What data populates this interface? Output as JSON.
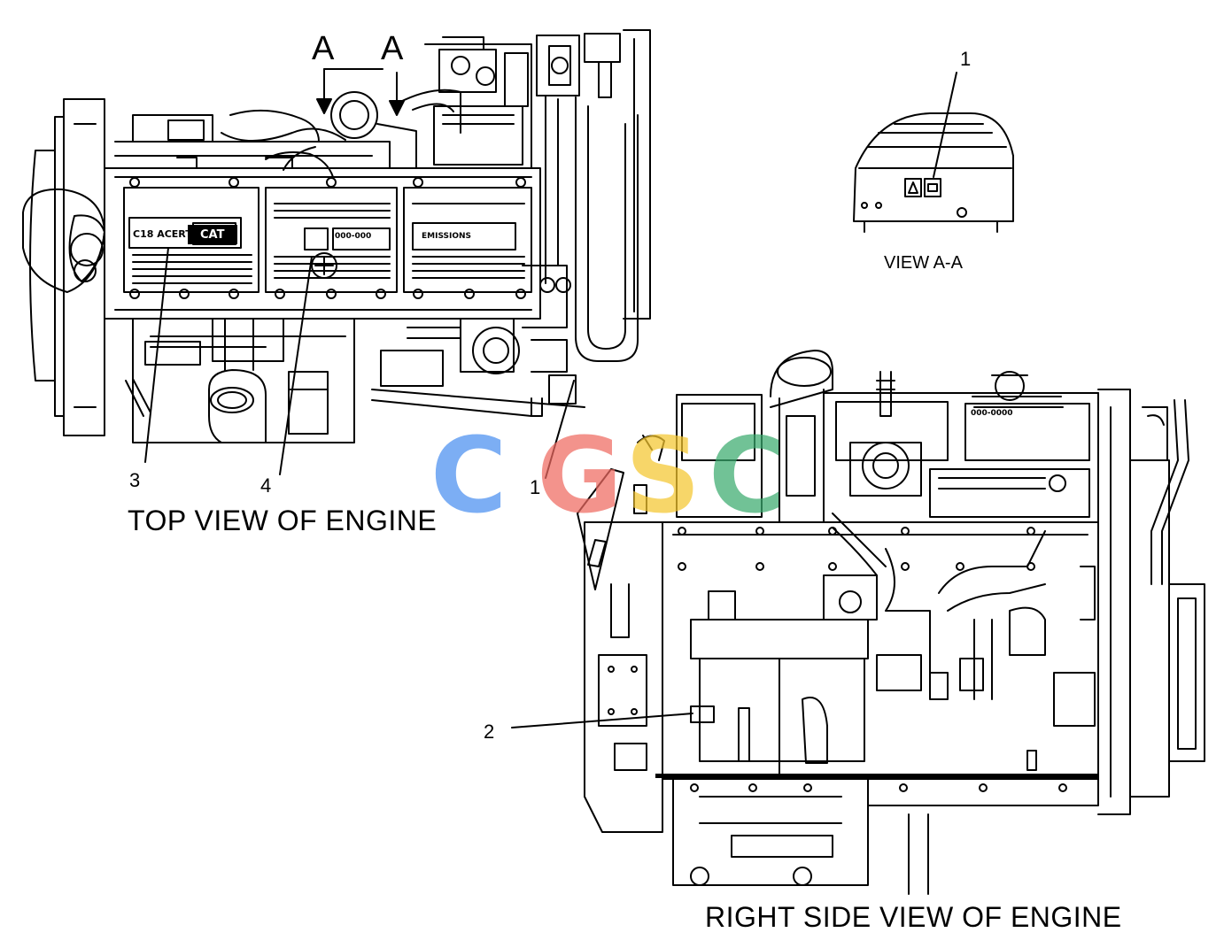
{
  "views": {
    "top": "TOP VIEW OF ENGINE",
    "right_side": "RIGHT SIDE VIEW OF ENGINE",
    "section": "VIEW A-A"
  },
  "section_markers": [
    "A",
    "A"
  ],
  "callouts": {
    "c1_section": "1",
    "c1_side": "1",
    "c2": "2",
    "c3": "3",
    "c4": "4"
  },
  "plate_text": {
    "cat_logo": "CAT",
    "model": "C18 ACERT",
    "emissions": "EMISSIONS",
    "small_a": "000-000",
    "small_b": "000-0000"
  },
  "watermark": {
    "letters": [
      "C",
      "G",
      "S",
      "C"
    ],
    "colors": [
      "#4a8ff0",
      "#ef6a61",
      "#f5c730",
      "#3bab6f"
    ]
  },
  "colors": {
    "line": "#000000",
    "background": "#ffffff"
  }
}
